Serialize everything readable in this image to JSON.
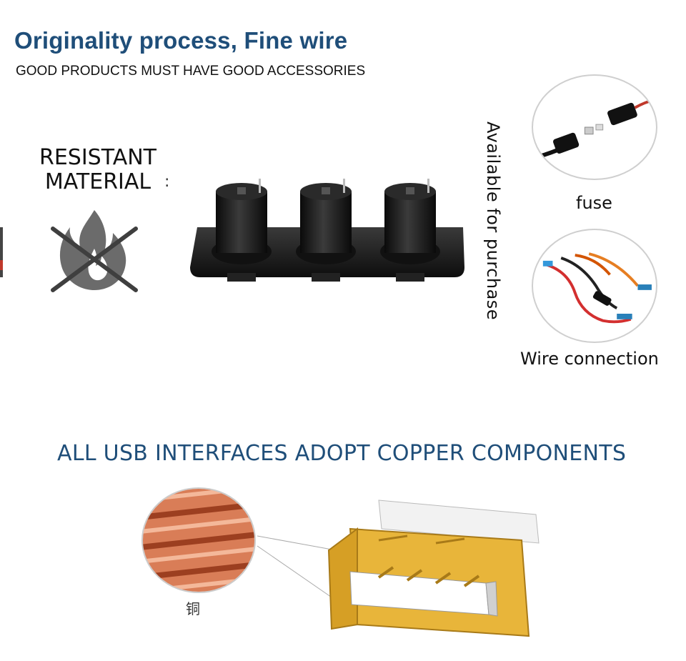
{
  "header": {
    "title": "Originality process, Fine wire",
    "subtitle": "GOOD PRODUCTS MUST HAVE GOOD ACCESSORIES"
  },
  "left_feature": {
    "line1": "RESISTANT",
    "line2": "MATERIAL",
    "icon": "no-fire-icon"
  },
  "side_note": "Available for purchase",
  "accessories": [
    {
      "label": "fuse",
      "icon": "fuse-icon"
    },
    {
      "label": "Wire connection",
      "icon": "wire-connector-icon"
    }
  ],
  "usb_section": {
    "title": "ALL USB INTERFACES ADOPT COPPER COMPONENTS",
    "copper_label": "铜"
  },
  "colors": {
    "title_blue": "#1f4e79",
    "copper": "#c8643c",
    "usb_yellow": "#e8b53a"
  }
}
